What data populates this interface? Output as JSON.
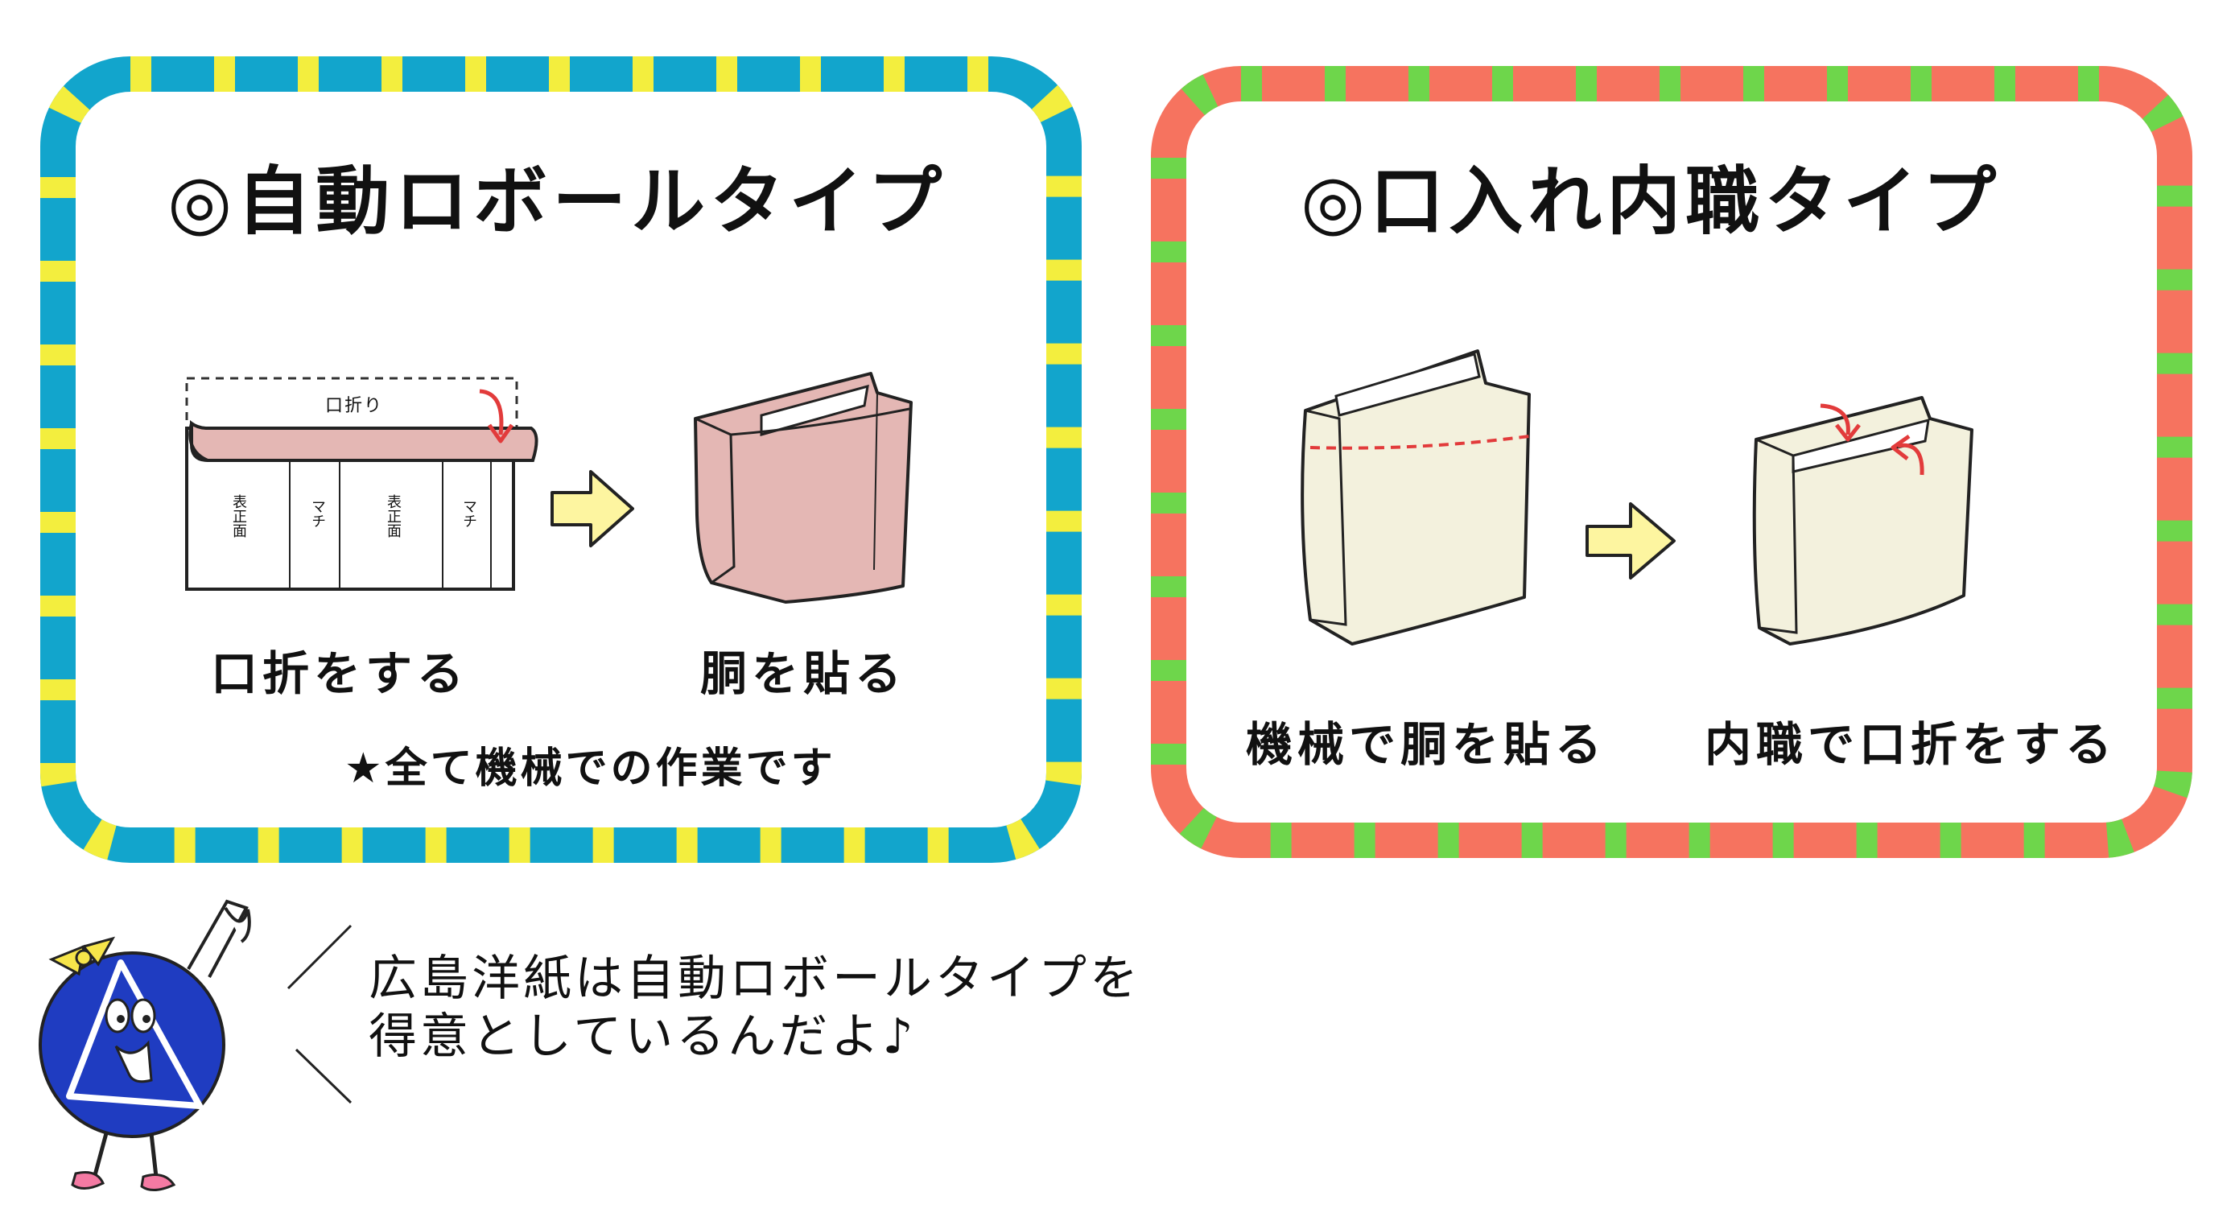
{
  "left_panel": {
    "title": "◎自動ロボールタイプ",
    "fold_label": "口折り",
    "segment_labels": [
      "表正面",
      "マチ",
      "表正面",
      "マチ"
    ],
    "caption_1": "口折をする",
    "caption_2": "胴を貼る",
    "note": "★全て機械での作業です",
    "colors": {
      "ribbon_main": "#12a5cc",
      "ribbon_accent": "#f3ee3e",
      "bag_fill": "#e4b7b4"
    }
  },
  "right_panel": {
    "title": "◎口入れ内職タイプ",
    "caption_1": "機械で胴を貼る",
    "caption_2": "内職で口折をする",
    "colors": {
      "ribbon_main": "#f6735f",
      "ribbon_accent": "#6ed64b",
      "bag_fill": "#f3f1dd"
    }
  },
  "speech": {
    "text": "広島洋紙は自動ロボールタイプを\n得意としているんだよ♪"
  },
  "icons": [
    "arrow-right-icon",
    "fold-arrow-icon",
    "mascot-icon"
  ],
  "colors": {
    "arrow_fill": "#fdf5a0",
    "fold_arrow": "#e23b3b",
    "mascot": "#1f3cc1"
  }
}
